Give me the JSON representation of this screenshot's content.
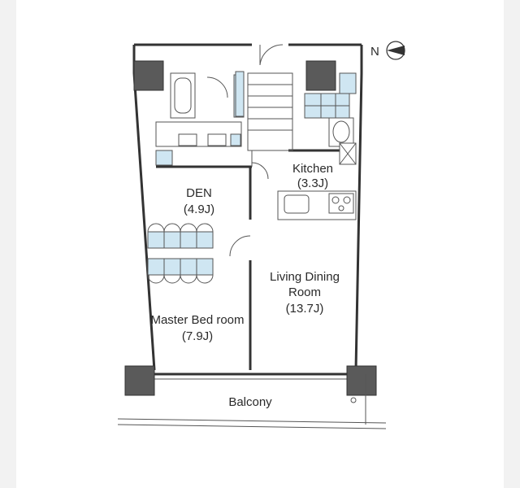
{
  "compass": {
    "letter": "N",
    "icon": "north-arrow-icon"
  },
  "rooms": {
    "kitchen": {
      "name": "Kitchen",
      "size": "(3.3J)"
    },
    "den": {
      "name": "DEN",
      "size": "(4.9J)"
    },
    "living": {
      "line1": "Living Dining",
      "line2": "Room",
      "size": "(13.7J)"
    },
    "master": {
      "name": "Master Bed room",
      "size": "(7.9J)"
    },
    "balcony": {
      "name": "Balcony"
    }
  },
  "colors": {
    "fixture_blue": "#cfe6f2",
    "column": "#5a5a5a",
    "wall": "#333333"
  }
}
